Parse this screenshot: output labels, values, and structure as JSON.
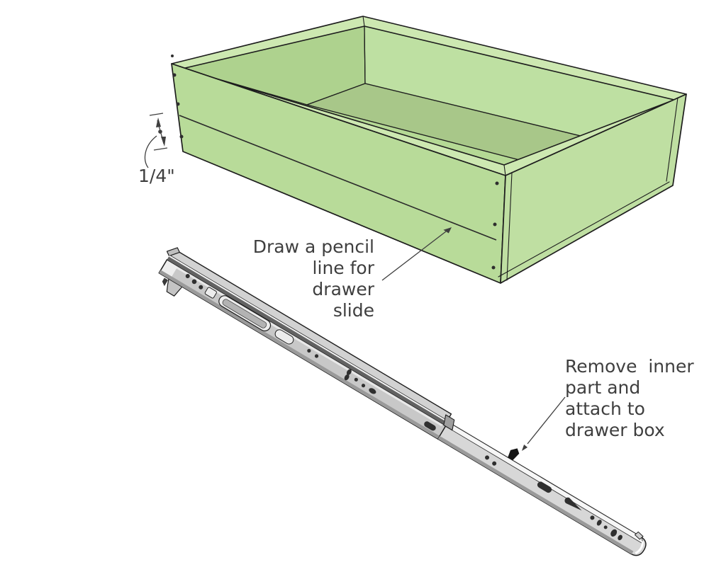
{
  "annotations": {
    "dimension_label": "1/4\"",
    "pencil_note": "Draw a pencil\nline for\ndrawer\nslide",
    "remove_note": "Remove  inner\npart and\nattach to\ndrawer box"
  },
  "colors": {
    "box_face": "#b8db99",
    "box_face_right": "#bfdfa2",
    "box_rim_edge": "#cde8b1",
    "box_inner_wall": "#b5d995",
    "box_inner_wall_left": "#aed28e",
    "box_inner_wall_back": "#bee0a2",
    "box_floor": "#a8c789",
    "slide_flange": "#d2d2d2",
    "slide_web": "#c8c8c8",
    "slide_inner_web": "#d7d7d7",
    "slide_dark_strip": "#636363",
    "slide_white": "#f6f6f6",
    "slide_shadow": "#9a9a9a",
    "slide_highlight": "#e8e8e8",
    "hole": "#2f2f2f"
  }
}
